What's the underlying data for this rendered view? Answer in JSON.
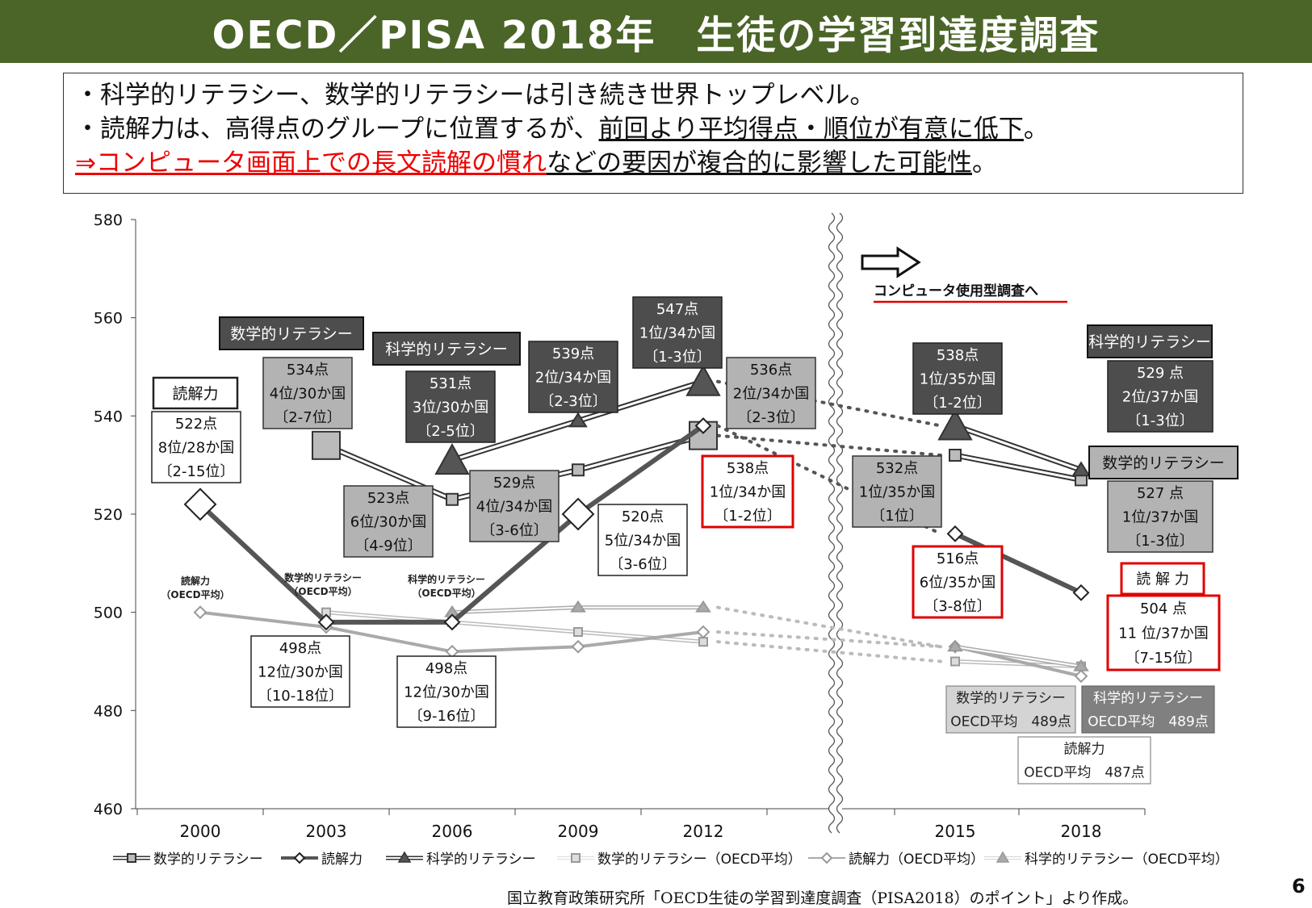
{
  "title": "OECD／PISA 2018年　生徒の学習到達度調査",
  "summary": {
    "line1": "・科学的リテラシー、数学的リテラシーは引き続き世界トップレベル。",
    "line2_a": "・読解力は、高得点のグループに位置するが、",
    "line2_b": "前回より平均得点・順位が有意に低下",
    "line2_c": "。",
    "line3_a": "⇒コンピュータ画面上での長文読解の慣れ",
    "line3_b": "などの要因が複合的に影響した可能性",
    "line3_c": "。"
  },
  "chart_data": {
    "type": "line",
    "x": [
      "2000",
      "2003",
      "2006",
      "2009",
      "2012",
      "2015",
      "2018"
    ],
    "ylim": [
      460,
      580
    ],
    "yticks": [
      "460",
      "480",
      "500",
      "520",
      "540",
      "560",
      "580"
    ],
    "series": [
      {
        "name": "数学的リテラシー",
        "values": [
          null,
          534,
          523,
          529,
          536,
          532,
          527
        ]
      },
      {
        "name": "読解力",
        "values": [
          522,
          498,
          498,
          520,
          538,
          516,
          504
        ]
      },
      {
        "name": "科学的リテラシー",
        "values": [
          null,
          null,
          531,
          539,
          547,
          538,
          529
        ]
      },
      {
        "name": "数学的リテラシー（OECD平均）",
        "values": [
          null,
          500,
          498,
          496,
          494,
          490,
          489
        ]
      },
      {
        "name": "読解力（OECD平均）",
        "values": [
          500,
          497,
          492,
          493,
          496,
          493,
          487
        ]
      },
      {
        "name": "科学的リテラシー（OECD平均）",
        "values": [
          null,
          null,
          500,
          501,
          501,
          493,
          489
        ]
      }
    ],
    "labels": [
      {
        "lines": [
          "数学的リテラシー"
        ]
      },
      {
        "lines": [
          "科学的リテラシー"
        ]
      },
      {
        "lines": [
          "読解力"
        ]
      },
      {
        "lines": [
          "522点",
          "8位/28か国",
          "〔2-15位〕"
        ]
      },
      {
        "lines": [
          "534点",
          "4位/30か国",
          "〔2-7位〕"
        ]
      },
      {
        "lines": [
          "531点",
          "3位/30か国",
          "〔2-5位〕"
        ]
      },
      {
        "lines": [
          "539点",
          "2位/34か国",
          "〔2-3位〕"
        ]
      },
      {
        "lines": [
          "547点",
          "1位/34か国",
          "〔1-3位〕"
        ]
      },
      {
        "lines": [
          "536点",
          "2位/34か国",
          "〔2-3位〕"
        ]
      },
      {
        "lines": [
          "523点",
          "6位/30か国",
          "〔4-9位〕"
        ]
      },
      {
        "lines": [
          "529点",
          "4位/34か国",
          "〔3-6位〕"
        ]
      },
      {
        "lines": [
          "520点",
          "5位/34か国",
          "〔3-6位〕"
        ]
      },
      {
        "lines": [
          "538点",
          "1位/34か国",
          "〔1-2位〕"
        ]
      },
      {
        "lines": [
          "498点",
          "12位/30か国",
          "〔10-18位〕"
        ]
      },
      {
        "lines": [
          "498点",
          "12位/30か国",
          "〔9-16位〕"
        ]
      },
      {
        "lines": [
          "538点",
          "1位/35か国",
          "〔1-2位〕"
        ]
      },
      {
        "lines": [
          "532点",
          "1位/35か国",
          "〔1位〕"
        ]
      },
      {
        "lines": [
          "516点",
          "6位/35か国",
          "〔3-8位〕"
        ]
      },
      {
        "lines": [
          "科学的リテラシー"
        ]
      },
      {
        "lines": [
          "529 点",
          "2位/37か国",
          "〔1-3位〕"
        ]
      },
      {
        "lines": [
          "数学的リテラシー"
        ]
      },
      {
        "lines": [
          "527 点",
          "1位/37か国",
          "〔1-3位〕"
        ]
      },
      {
        "lines": [
          "読 解 力"
        ]
      },
      {
        "lines": [
          "504 点",
          "11 位/37か国",
          "〔7-15位〕"
        ]
      },
      {
        "lines": [
          "数学的リテラシー",
          "OECD平均　489点"
        ]
      },
      {
        "lines": [
          "科学的リテラシー",
          "OECD平均　489点"
        ]
      },
      {
        "lines": [
          "読解力",
          "OECD平均　487点"
        ]
      }
    ],
    "small_labels": [
      {
        "lines": [
          "読解力",
          "（OECD平均）"
        ]
      },
      {
        "lines": [
          "数学的リテラシー",
          "（OECD平均）"
        ]
      },
      {
        "lines": [
          "科学的リテラシー",
          "（OECD平均）"
        ]
      }
    ],
    "arrow_label": "コンピュータ使用型調査へ"
  },
  "colors": {
    "title_bg": "#4a6527",
    "math": "#333333",
    "reading": "#555555",
    "science": "#444444",
    "oecd": "#aaaaaa",
    "highlight": "#e00000",
    "label_dark": "#4d4d4d",
    "label_gray": "#b3b3b3"
  },
  "source_note": "国立教育政策研究所「OECD生徒の学習到達度調査（PISA2018）のポイント」より作成。",
  "page_number": "6"
}
